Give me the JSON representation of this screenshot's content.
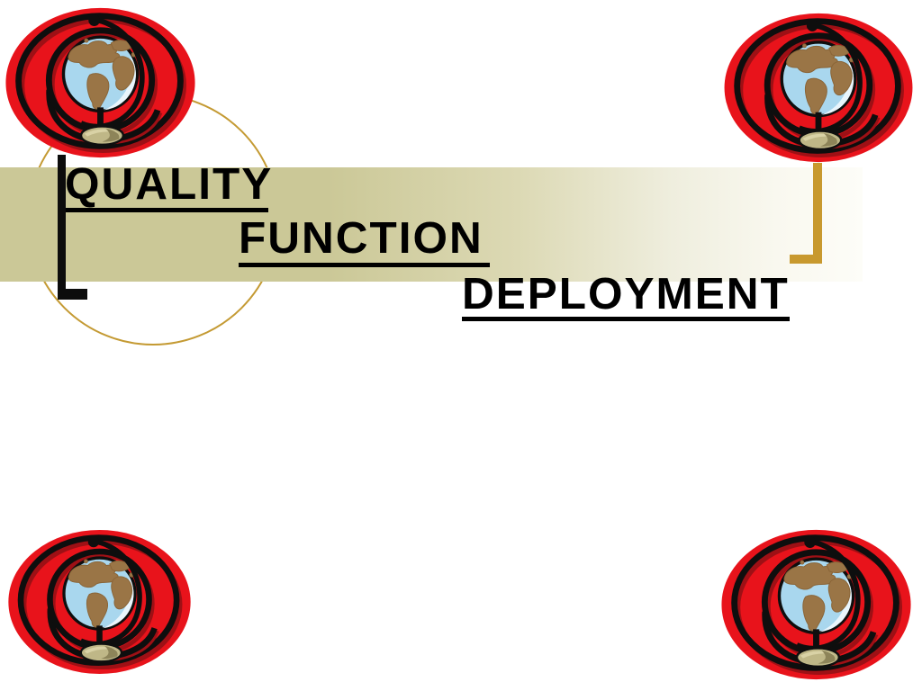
{
  "slide": {
    "background_color": "#ffffff",
    "title": {
      "lines": [
        {
          "text": "QUALITY"
        },
        {
          "text": "FUNCTION"
        },
        {
          "text": "DEPLOYMENT"
        }
      ],
      "color": "#000000",
      "underlined": true
    },
    "decor": {
      "band_color_left": "#cbc897",
      "band_color_right": "#fdfdf8",
      "circle_outline_color": "#c49a33",
      "left_bracket_color": "#0c0c0c",
      "right_bracket_color": "#c8992e",
      "globe_ring_red": "#e8131b",
      "globe_ring_shadow": "#9e1015",
      "globe_ocean_color": "#a9d7ee",
      "globe_land_color": "#9a7546",
      "globe_base_color": "#bfb787"
    },
    "globes": [
      {
        "position": "top-left"
      },
      {
        "position": "top-right"
      },
      {
        "position": "bottom-left"
      },
      {
        "position": "bottom-right"
      }
    ]
  }
}
